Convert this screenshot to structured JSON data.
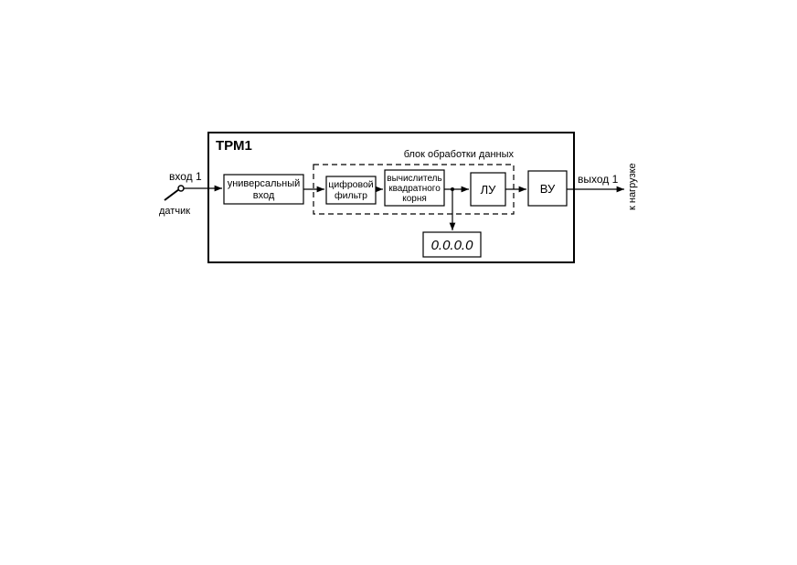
{
  "device": {
    "title": "ТРМ1"
  },
  "processing_block": {
    "label": "блок обработки данных"
  },
  "input": {
    "label": "вход 1",
    "sensor_label": "датчик"
  },
  "output": {
    "label": "выход 1",
    "load_label": "к нагрузке"
  },
  "blocks": {
    "universal_input": {
      "line1": "универсальный",
      "line2": "вход"
    },
    "digital_filter": {
      "line1": "цифровой",
      "line2": "фильтр"
    },
    "sqrt_calculator": {
      "line1": "вычислитель",
      "line2": "квадратного",
      "line3": "корня"
    },
    "logic_unit": {
      "label": "ЛУ"
    },
    "output_unit": {
      "label": "ВУ"
    }
  },
  "indicator": {
    "display": "0.0.0.0"
  }
}
